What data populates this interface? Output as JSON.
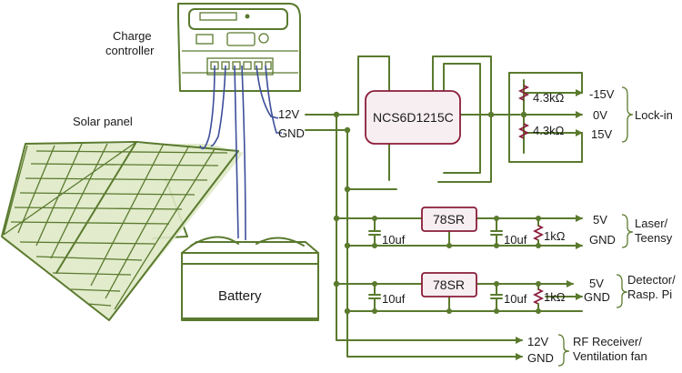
{
  "colors": {
    "wire": "#5a7a2e",
    "component": "#8a1c3a",
    "cable": "#3d4f9a",
    "panel_fill": "#dfe9c6"
  },
  "labels": {
    "charge_controller": [
      "Charge",
      "controller"
    ],
    "solar_panel": "Solar panel",
    "battery": "Battery",
    "out_12v": "12V",
    "out_gnd": "GND",
    "converter": "NCS6D1215C",
    "res_top": "4.3kΩ",
    "res_bottom": "4.3kΩ",
    "lockin_neg15": "-15V",
    "lockin_0v": "0V",
    "lockin_15v": "15V",
    "lockin_group": "Lock-in",
    "reg1": "78SR",
    "reg2": "78SR",
    "cap_in_1": "10uf",
    "cap_out_1": "10uf",
    "cap_in_2": "10uf",
    "cap_out_2": "10uf",
    "res_load_1": "1kΩ",
    "res_load_2": "1kΩ",
    "laser_5v": "5V",
    "laser_gnd": "GND",
    "laser_group": [
      "Laser/",
      "Teensy"
    ],
    "det_5v": "5V",
    "det_gnd": "GND",
    "det_group": [
      "Detector/",
      "Rasp. Pi"
    ],
    "rf_12v": "12V",
    "rf_gnd": "GND",
    "rf_group": [
      "RF Receiver/",
      "Ventilation fan"
    ]
  }
}
